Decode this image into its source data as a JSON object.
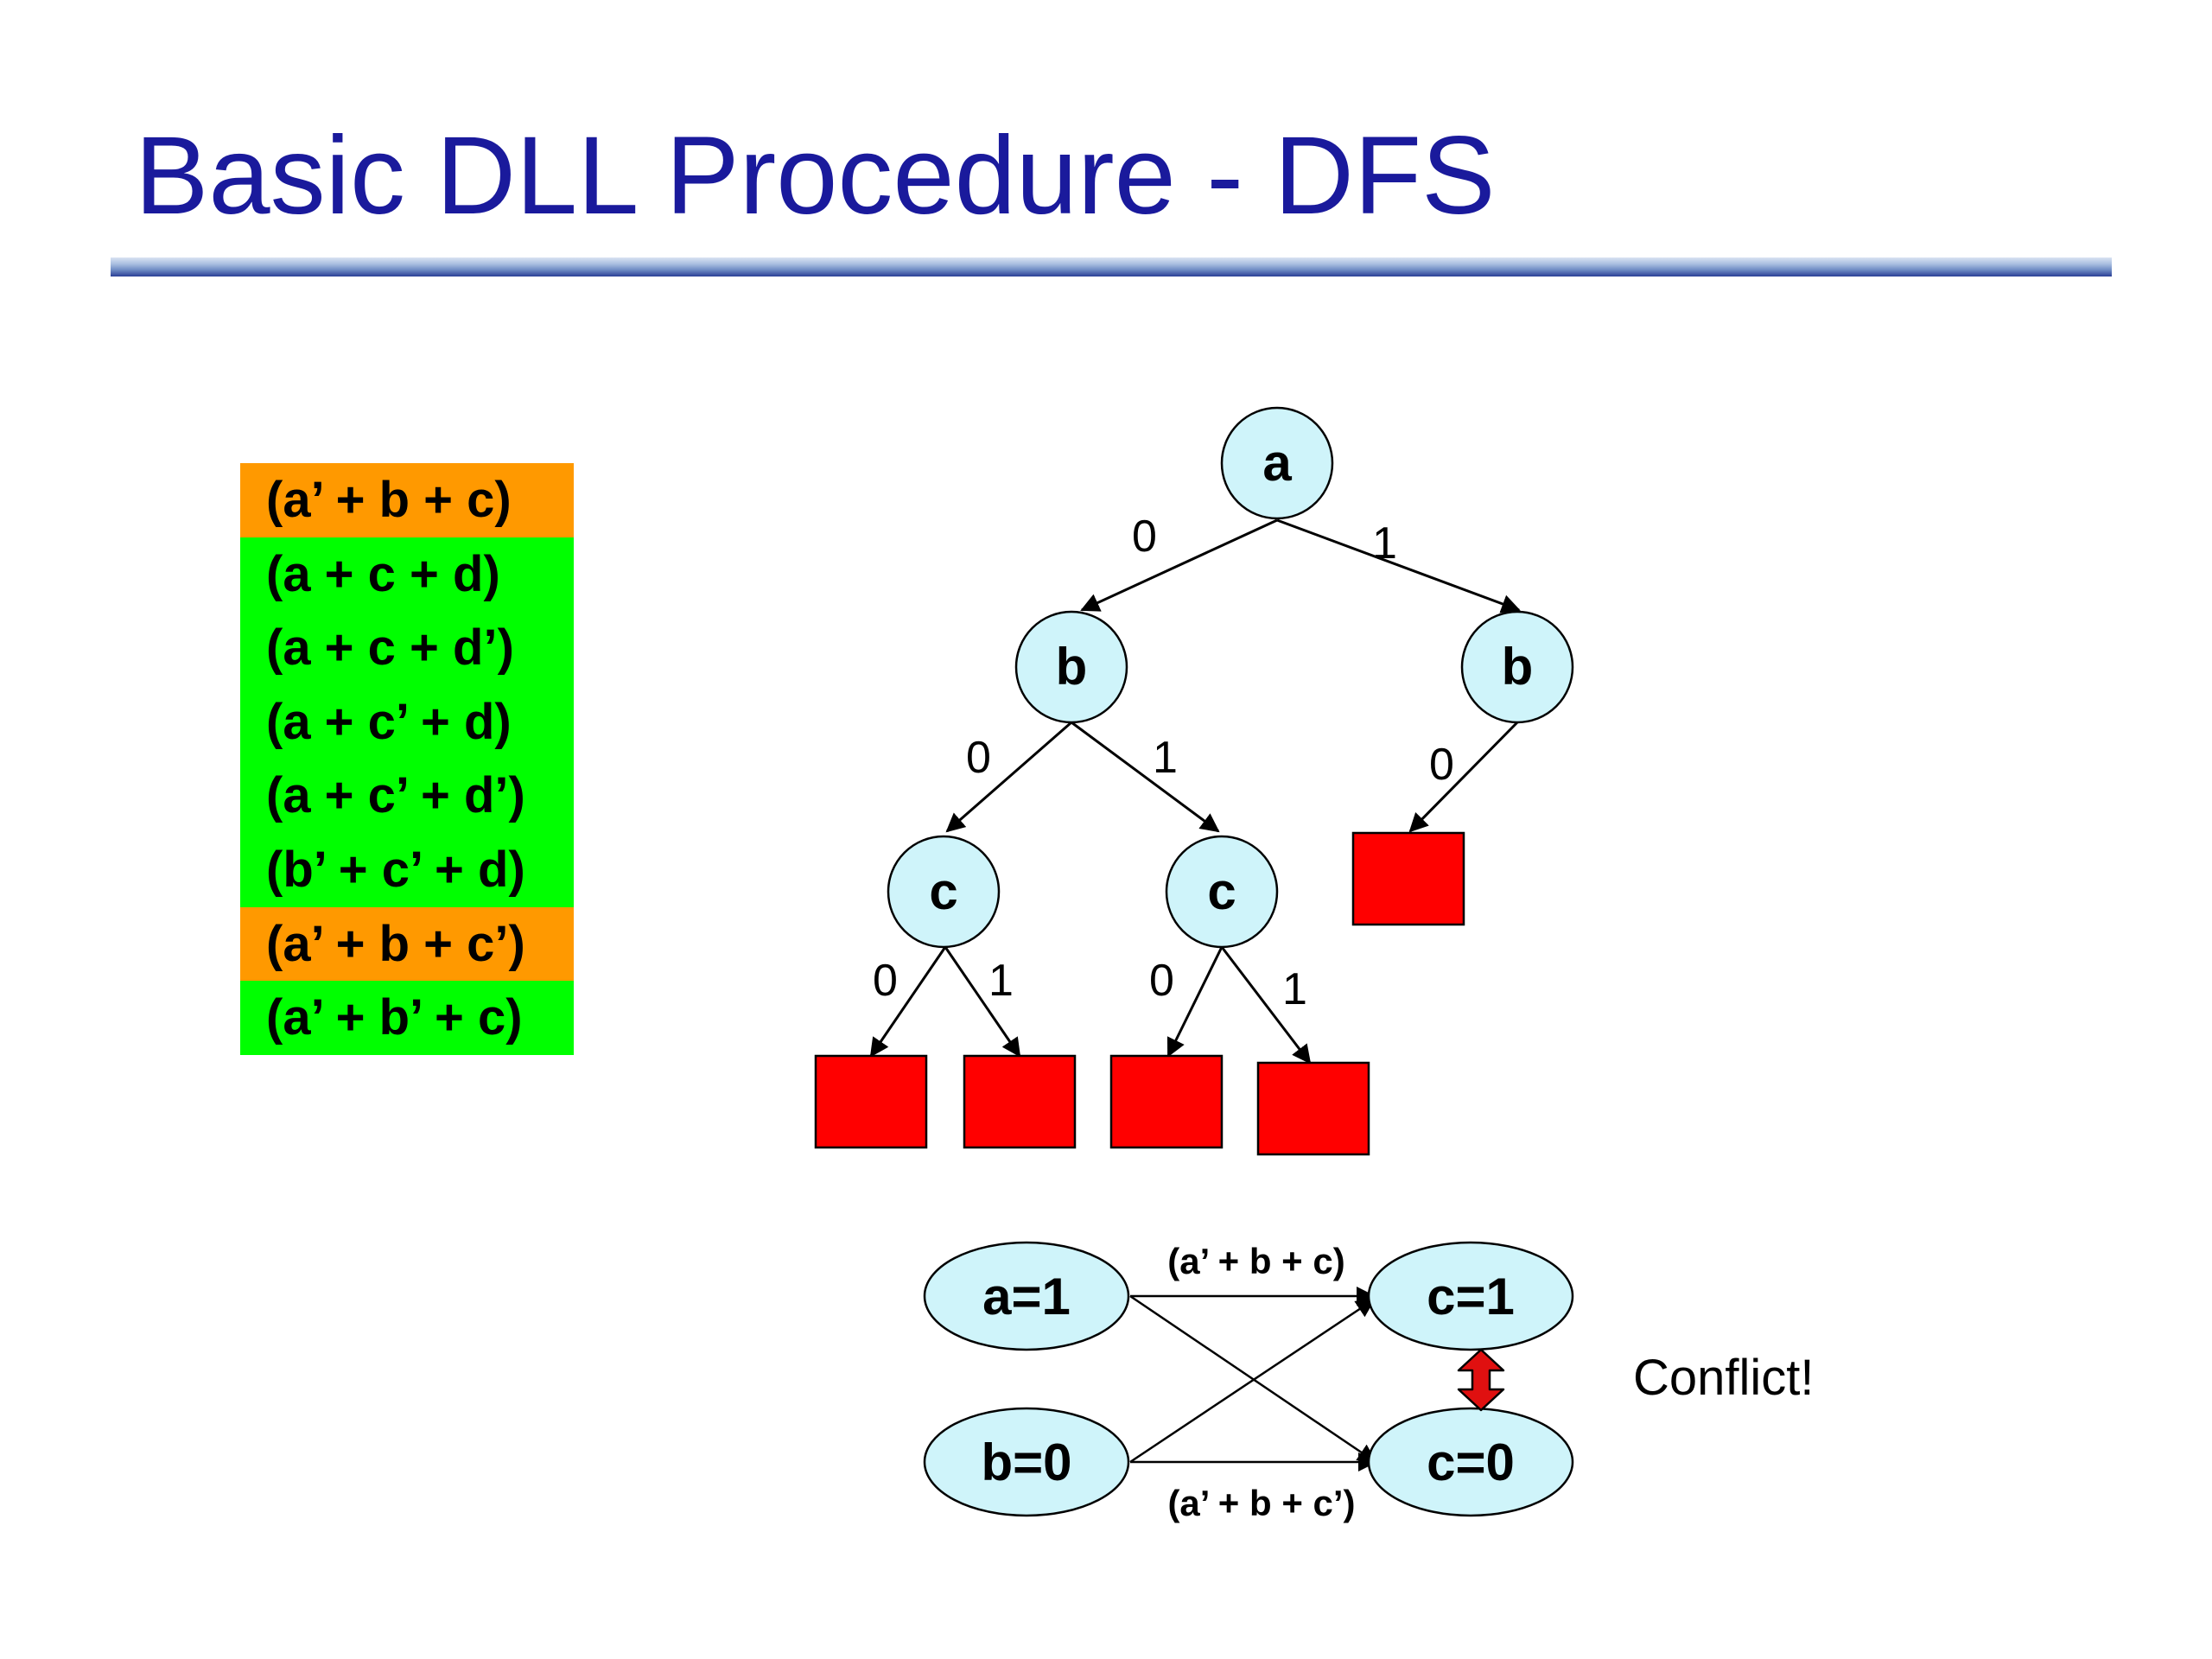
{
  "title": "Basic DLL Procedure - DFS",
  "colors": {
    "title": "#1a1a9c",
    "unsat_clause": "#ff9900",
    "sat_clause": "#00ff00",
    "node_fill": "#cff4fa",
    "conflict_leaf": "#ff0000",
    "conflict_arrow": "#e01010"
  },
  "clauses": [
    {
      "text": "(a’ + b + c)",
      "status": "conflict"
    },
    {
      "text": "(a + c + d)",
      "status": "satisfied"
    },
    {
      "text": "(a + c + d’)",
      "status": "satisfied"
    },
    {
      "text": "(a + c’ + d)",
      "status": "satisfied"
    },
    {
      "text": "(a + c’ + d’)",
      "status": "satisfied"
    },
    {
      "text": "(b’ + c’ + d)",
      "status": "satisfied"
    },
    {
      "text": "(a’ + b + c’)",
      "status": "conflict"
    },
    {
      "text": "(a’ + b’ + c)",
      "status": "satisfied"
    }
  ],
  "tree": {
    "nodes": {
      "root": "a",
      "b_left": "b",
      "b_right": "b",
      "c_left": "c",
      "c_right": "c"
    },
    "edges": {
      "a_to_b_left": "0",
      "a_to_b_right": "1",
      "b_left_to_c_left": "0",
      "b_left_to_c_right": "1",
      "b_right_to_leaf": "0",
      "c_left_to_leaf0": "0",
      "c_left_to_leaf1": "1",
      "c_right_to_leaf0": "0",
      "c_right_to_leaf1": "1"
    }
  },
  "implication_graph": {
    "nodes": {
      "a1": "a=1",
      "b0": "b=0",
      "c1": "c=1",
      "c0": "c=0"
    },
    "edge_labels": {
      "top": "(a’ + b + c)",
      "bottom": "(a’ + b + c’)"
    },
    "conflict_label": "Conflict!"
  }
}
